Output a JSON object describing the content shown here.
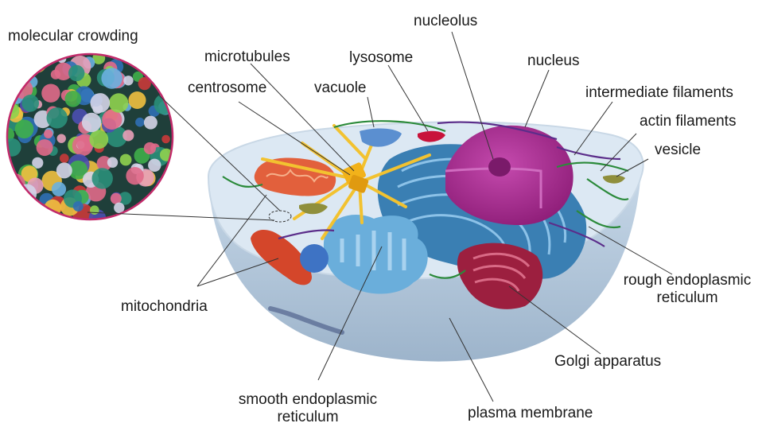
{
  "labels": {
    "molecular_crowding": "molecular crowding",
    "microtubules": "microtubules",
    "lysosome": "lysosome",
    "nucleolus": "nucleolus",
    "nucleus": "nucleus",
    "centrosome": "centrosome",
    "vacuole": "vacuole",
    "intermediate_filaments": "intermediate filaments",
    "actin_filaments": "actin filaments",
    "vesicle": "vesicle",
    "rough_er_line1": "rough endoplasmic",
    "rough_er_line2": "reticulum",
    "mitochondria": "mitochondria",
    "golgi": "Golgi apparatus",
    "smooth_er_line1": "smooth endoplasmic",
    "smooth_er_line2": "reticulum",
    "plasma_membrane": "plasma membrane"
  },
  "colors": {
    "cytoplasm_top": "#dce8f3",
    "cell_body": "#b4c9dc",
    "cell_body_dark": "#8fa8c0",
    "nucleus": "#a8248f",
    "nucleolus": "#7a1a6a",
    "rough_er": "#3a7fb3",
    "smooth_er": "#6aaedb",
    "golgi": "#9c1f3f",
    "mitochondria": "#e2603c",
    "microtubules": "#f2c230",
    "centrosome": "#f2b21a",
    "vacuole": "#5b8fd0",
    "lysosome": "#c8133a",
    "vesicle": "#8f8f3c",
    "actin": "#2b8a3a",
    "intermediate": "#5b2d8a",
    "leader_line": "#333333",
    "crowding_border": "#c22a6a"
  }
}
